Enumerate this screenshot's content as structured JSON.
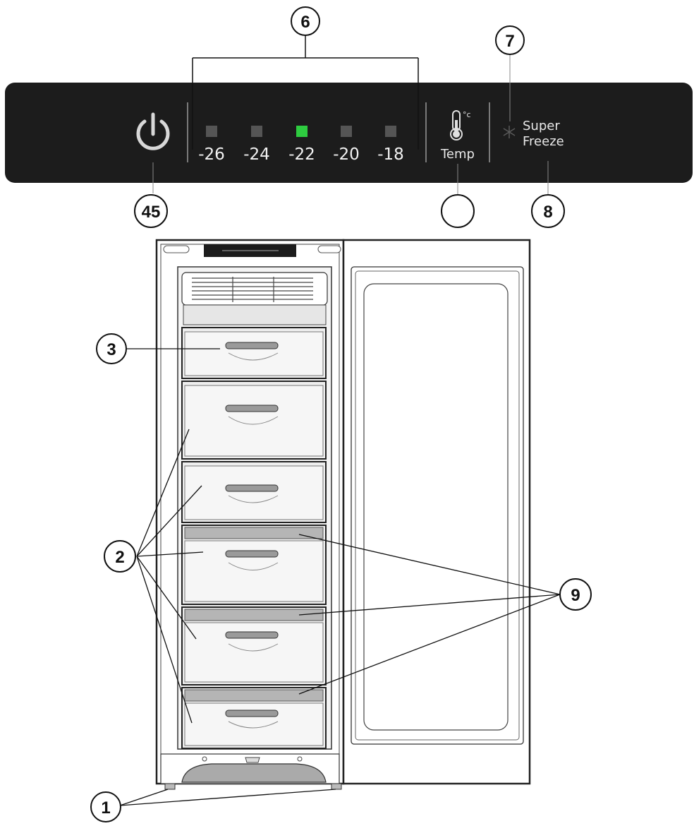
{
  "control_panel": {
    "panel_color": "#1c1c1c",
    "active_color": "#2ecc40",
    "inactive_color": "#555555",
    "power_icon": "power-icon",
    "temperatures": [
      {
        "label": "-26",
        "active": false
      },
      {
        "label": "-24",
        "active": false
      },
      {
        "label": "-22",
        "active": true
      },
      {
        "label": "-20",
        "active": false
      },
      {
        "label": "-18",
        "active": false
      }
    ],
    "temp_icon": "thermometer-icon",
    "temp_unit": "°c",
    "temp_label": "Temp",
    "super_freeze_icon": "snowflake-icon",
    "super_freeze_line1": "Super",
    "super_freeze_line2": "Freeze"
  },
  "callouts": {
    "c45": "45",
    "c6": "6",
    "c7": "7",
    "c8": "8",
    "c3": "3",
    "c2": "2",
    "c9": "9",
    "c1": "1",
    "temp_button": ""
  }
}
